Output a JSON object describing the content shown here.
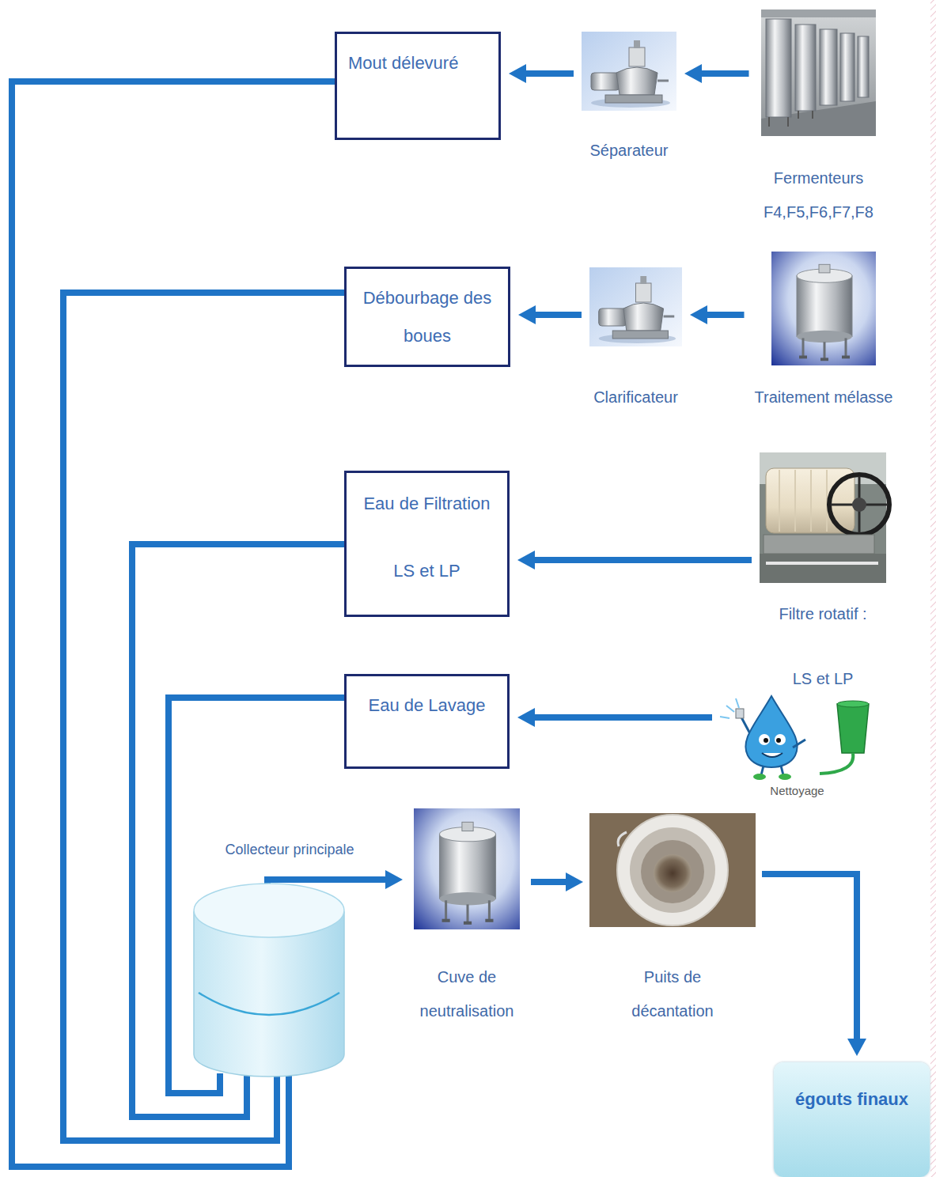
{
  "diagram": {
    "nodes": [
      {
        "text": [
          "Mout délevuré"
        ]
      },
      {
        "text": [
          "Séparateur"
        ]
      },
      {
        "text": [
          "Fermenteurs F4,F5,F6,F7,F8"
        ]
      },
      {
        "text": [
          "Débourbage des boues"
        ]
      },
      {
        "text": [
          "Clarificateur"
        ]
      },
      {
        "text": [
          "Traitement mélasse"
        ]
      },
      {
        "text": [
          "Eau de Filtration",
          "LS et LP"
        ]
      },
      {
        "text": [
          "Filtre rotatif :",
          "LS et LP"
        ]
      },
      {
        "text": [
          "Eau de Lavage"
        ]
      },
      {
        "text": [
          "Nettoyage"
        ]
      },
      {
        "text": [
          "Collecteur principale"
        ]
      },
      {
        "text": [
          "Cuve de neutralisation"
        ]
      },
      {
        "text": [
          "Puits de décantation"
        ]
      },
      {
        "text": [
          "égouts finaux"
        ]
      }
    ],
    "edges": [
      {
        "from": 2,
        "to": 1,
        "arrow": "to"
      },
      {
        "from": 1,
        "to": 0,
        "arrow": "to"
      },
      {
        "from": 5,
        "to": 4,
        "arrow": "to"
      },
      {
        "from": 4,
        "to": 3,
        "arrow": "to"
      },
      {
        "from": 7,
        "to": 6,
        "arrow": "to"
      },
      {
        "from": 9,
        "to": 8,
        "arrow": "to"
      },
      {
        "from": 0,
        "to": 10,
        "arrow": "none"
      },
      {
        "from": 3,
        "to": 10,
        "arrow": "none"
      },
      {
        "from": 6,
        "to": 10,
        "arrow": "none"
      },
      {
        "from": 8,
        "to": 10,
        "arrow": "none"
      },
      {
        "from": 10,
        "to": 11,
        "arrow": "to"
      },
      {
        "from": 11,
        "to": 12,
        "arrow": "to"
      },
      {
        "from": 12,
        "to": 13,
        "arrow": "to"
      }
    ]
  }
}
